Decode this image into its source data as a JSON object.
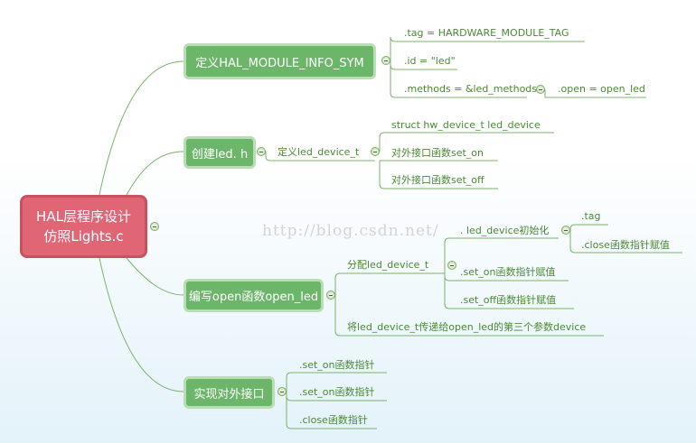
{
  "watermark": "http://blog.csdn.net/",
  "root": {
    "line1": "HAL层程序设计",
    "line2": "仿照Lights.c"
  },
  "branches": [
    {
      "label": "定义HAL_MODULE_INFO_SYM",
      "children": [
        ".tag = HARDWARE_MODULE_TAG",
        ".id = \"led\"",
        ".methods = &led_methods"
      ],
      "grandchild": ".open = open_led"
    },
    {
      "label": "创建led. h",
      "child": "定义led_device_t",
      "children": [
        "struct hw_device_t led_device",
        "对外接口函数set_on",
        "对外接口函数set_off"
      ]
    },
    {
      "label": "编写open函数open_led",
      "child": "分配led_device_t",
      "children": [
        ". led_device初始化",
        ".set_on函数指针赋值",
        ".set_off函数指针赋值"
      ],
      "grandchildren": [
        ".tag",
        ".close函数指针赋值"
      ],
      "child2": "将led_device_t传递给open_led的第三个参数device"
    },
    {
      "label": "实现对外接口",
      "children": [
        ".set_on函数指针",
        ".set_on函数指针",
        ".close函数指针"
      ]
    }
  ]
}
